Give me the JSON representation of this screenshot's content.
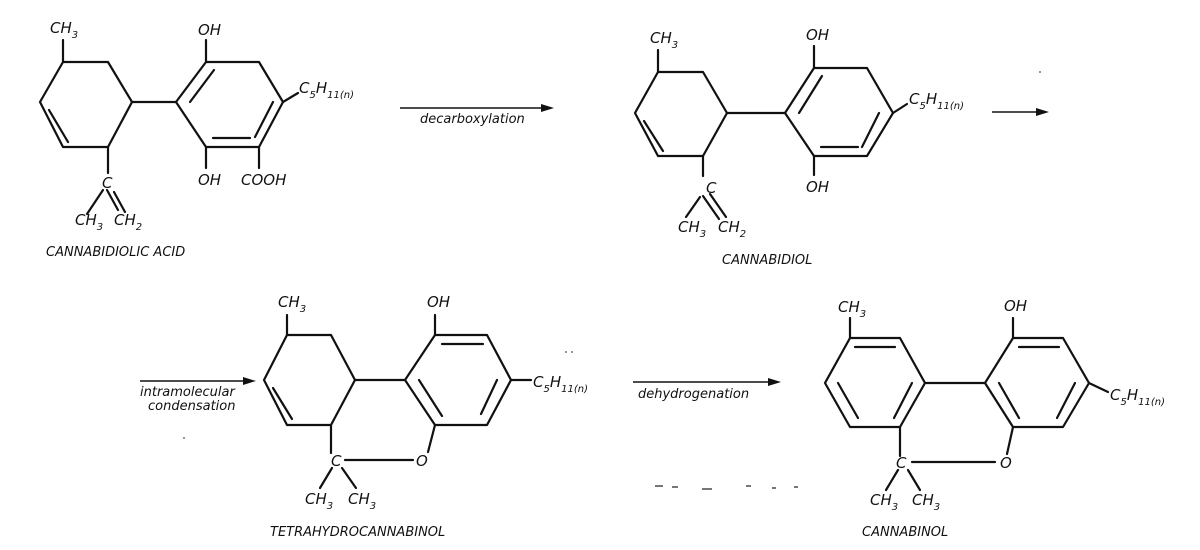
{
  "compounds": [
    {
      "name": "CANNABIDIOLIC ACID"
    },
    {
      "name": "CANNABIDIOL"
    },
    {
      "name": "TETRAHYDROCANNABINOL"
    },
    {
      "name": "CANNABINOL"
    }
  ],
  "atoms": {
    "methyl": "CH",
    "methyl_sub": "3",
    "methylene": "CH",
    "methylene_sub": "2",
    "hydroxyl": "OH",
    "carboxyl": "COOH",
    "pentyl_c": "C",
    "pentyl_c_sub": "5",
    "pentyl_h": "H",
    "pentyl_h_sub": "11(n)",
    "carbon": "C",
    "oxygen": "O"
  },
  "reactions": [
    {
      "label": "decarboxylation"
    },
    {
      "label": "intramolecular condensation",
      "lines": [
        "intramolecular",
        "condensation"
      ]
    },
    {
      "label": "dehydrogenation"
    }
  ],
  "colors": {
    "ink": "#111111",
    "background": "#ffffff"
  }
}
